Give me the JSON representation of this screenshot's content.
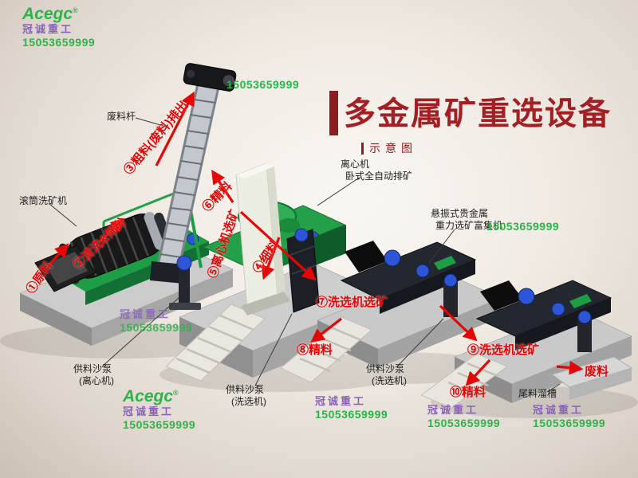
{
  "title": "多金属矿重选设备",
  "subtitle": "示意图",
  "brand": {
    "logo": "Acegc",
    "reg": "®",
    "company": "冠诚重工",
    "phone": "15053659999"
  },
  "flow": {
    "f1": "①原料",
    "f2": "②清洗&筛分",
    "f3": "③粗料(废料)排出",
    "f4": "④细料",
    "f5": "⑤离心机选矿",
    "f6": "⑥精料",
    "f7": "⑦洗选机选矿",
    "f8": "⑧精料",
    "f9": "⑨洗选机选矿",
    "f10": "⑩精料",
    "waste": "废料"
  },
  "equipment": {
    "waste_rod": "废料杆",
    "drum_washer": "滚筒洗矿机",
    "centrifuge_line1": "离心机",
    "centrifuge_line2": "卧式全自动排矿",
    "shaker_line1": "悬振式贵金属",
    "shaker_line2": "重力选矿富集机",
    "pump1_line1": "供料沙泵",
    "pump1_line2": "(离心机)",
    "pump2_line1": "供料沙泵",
    "pump2_line2": "(洗选机)",
    "pump3_line1": "供料沙泵",
    "pump3_line2": "(洗选机)",
    "tailings_chute": "尾料溜槽"
  }
}
